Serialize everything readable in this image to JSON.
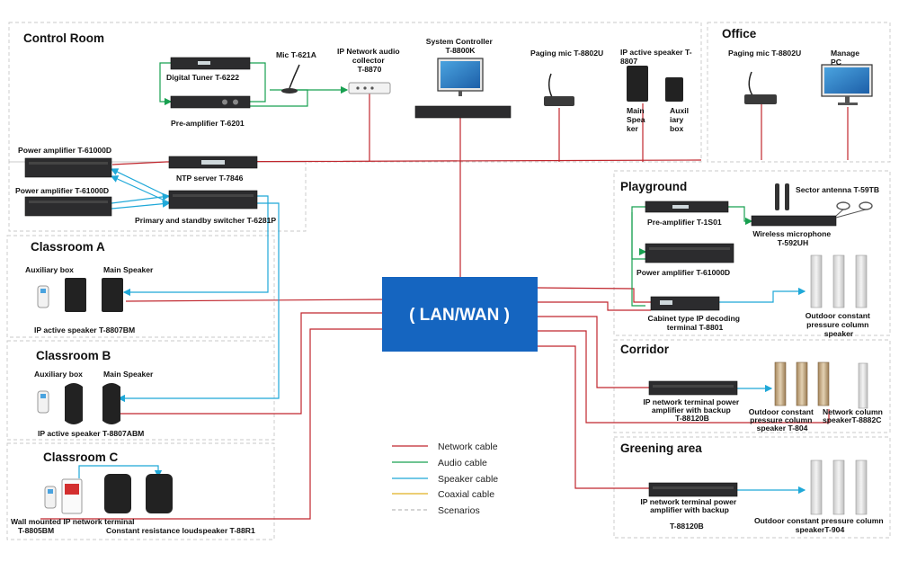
{
  "sections": {
    "control_room": "Control Room",
    "office": "Office",
    "playground": "Playground",
    "classroom_a": "Classroom A",
    "classroom_b": "Classroom B",
    "classroom_c": "Classroom C",
    "corridor": "Corridor",
    "greening": "Greening area"
  },
  "center": {
    "label": "( LAN/WAN )",
    "color": "#1565c0"
  },
  "devices": {
    "digital_tuner": "Digital Tuner T-6222",
    "pre_amp": "Pre-amplifier T-6201",
    "mic": "Mic T-621A",
    "collector": [
      "IP Network audio",
      "collector",
      "T-8870"
    ],
    "sys_ctrl": [
      "System Controller",
      "T-8800K"
    ],
    "paging_mic_1": "Paging mic T-8802U",
    "ip_speaker": [
      "IP active speaker T-",
      "8807"
    ],
    "main_speaker_v": [
      "Main",
      "Spea",
      "ker"
    ],
    "aux_box_v": [
      "Auxil",
      "iary",
      "box"
    ],
    "paging_mic_2": "Paging mic T-8802U",
    "manage_pc": [
      "Manage",
      "PC"
    ],
    "power_amp_1": "Power amplifier T-61000D",
    "power_amp_2": "Power amplifier T-61000D",
    "ntp": "NTP server  T-7846",
    "switcher": "Primary and standby switcher T-6281P",
    "pre_amp_pg": "Pre-amplifier T-1S01",
    "sector_antenna": "Sector antenna T-59TB",
    "wireless_mic": [
      "Wireless microphone",
      "T-592UH"
    ],
    "power_amp_pg": "Power amplifier T-61000D",
    "cabinet_decoder": [
      "Cabinet type IP decoding",
      "terminal T-8801"
    ],
    "outdoor_pressure": [
      "Outdoor constant",
      "pressure column",
      "speaker"
    ],
    "a_aux": "Auxiliary box",
    "a_main": "Main Speaker",
    "a_speaker": "IP active speaker T-8807BM",
    "b_aux": "Auxiliary box",
    "b_main": "Main Speaker",
    "b_speaker": "IP active speaker T-8807ABM",
    "c_terminal": [
      "Wall mounted IP network terminal",
      "T-8805BM"
    ],
    "c_loudspeaker": "Constant resistance loudspeaker T-88R1",
    "corr_amp": [
      "IP network terminal power",
      "amplifier with backup",
      "T-88120B"
    ],
    "corr_outdoor": [
      "Outdoor constant",
      "pressure column",
      "speaker T-804"
    ],
    "corr_column": [
      "Network column",
      "speakerT-8882C"
    ],
    "green_amp": [
      "IP network terminal power",
      "amplifier with backup"
    ],
    "green_model": "T-88120B",
    "green_outdoor": [
      "Outdoor constant pressure column",
      "speakerT-904"
    ]
  },
  "legend": [
    {
      "label": "Network cable",
      "color": "#c0262d",
      "dashed": false
    },
    {
      "label": "Audio cable",
      "color": "#18a050",
      "dashed": false
    },
    {
      "label": "Speaker cable",
      "color": "#1fa8d8",
      "dashed": false
    },
    {
      "label": "Coaxial cable",
      "color": "#e0b020",
      "dashed": false
    },
    {
      "label": "Scenarios",
      "color": "#bbbbbb",
      "dashed": true
    }
  ]
}
